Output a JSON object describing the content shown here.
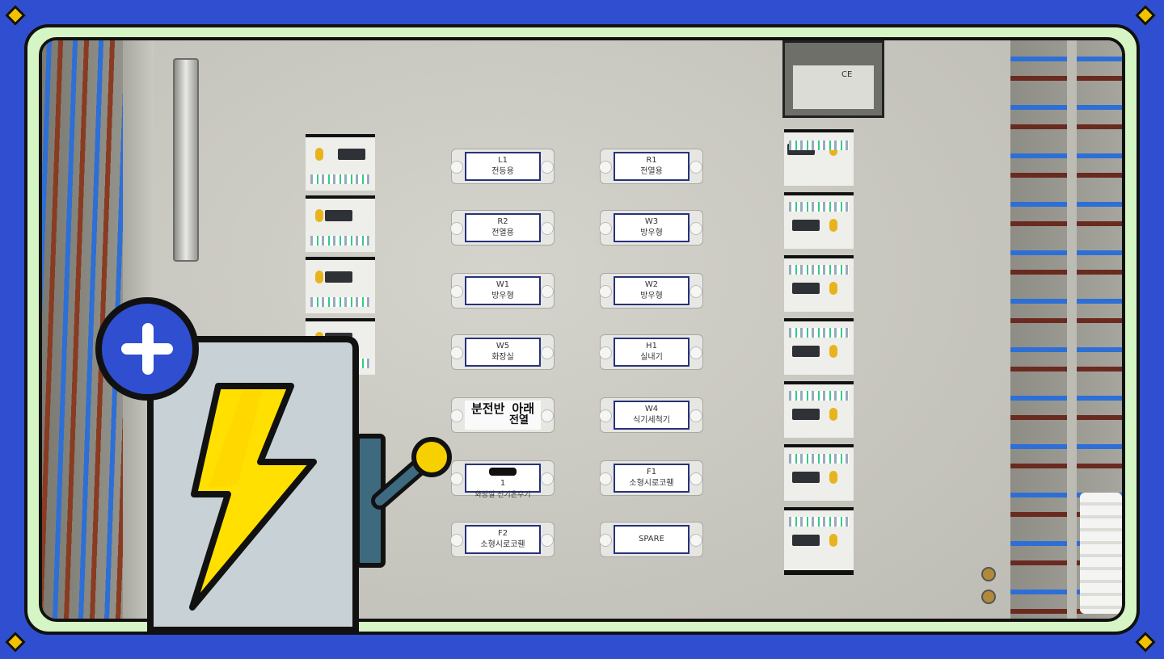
{
  "scene": {
    "meter_mark": "CE",
    "labels": [
      {
        "line1": "L1",
        "line2": "전등용"
      },
      {
        "line1": "R1",
        "line2": "전열용"
      },
      {
        "line1": "R2",
        "line2": "전열용"
      },
      {
        "line1": "W3",
        "line2": "방우형"
      },
      {
        "line1": "W1",
        "line2": "방우형"
      },
      {
        "line1": "W2",
        "line2": "방우형"
      },
      {
        "line1": "W5",
        "line2": "화장실"
      },
      {
        "line1": "H1",
        "line2": "실내기"
      },
      {
        "line1": "",
        "line2": ""
      },
      {
        "line1": "W4",
        "line2": "식기세척기"
      },
      {
        "line1": "",
        "line2": "화장실 전기온수기"
      },
      {
        "line1": "F1",
        "line2": "소형시로코휀"
      },
      {
        "line1": "F2",
        "line2": "소형시로코휀"
      },
      {
        "line1": "",
        "line2": "SPARE"
      }
    ],
    "handwritten": {
      "line1": "분전반 아래",
      "line2": "전열",
      "partial": "1"
    }
  },
  "colors": {
    "outer_bg": "#2f4fd0",
    "frame": "#d6f5c4",
    "badge_blue": "#2f4fd0",
    "bolt_yellow": "#ffe000",
    "icon_panel": "#c8d2d6"
  },
  "icons": [
    "plus-badge-icon",
    "lightning-bolt-icon",
    "electric-panel-icon"
  ]
}
